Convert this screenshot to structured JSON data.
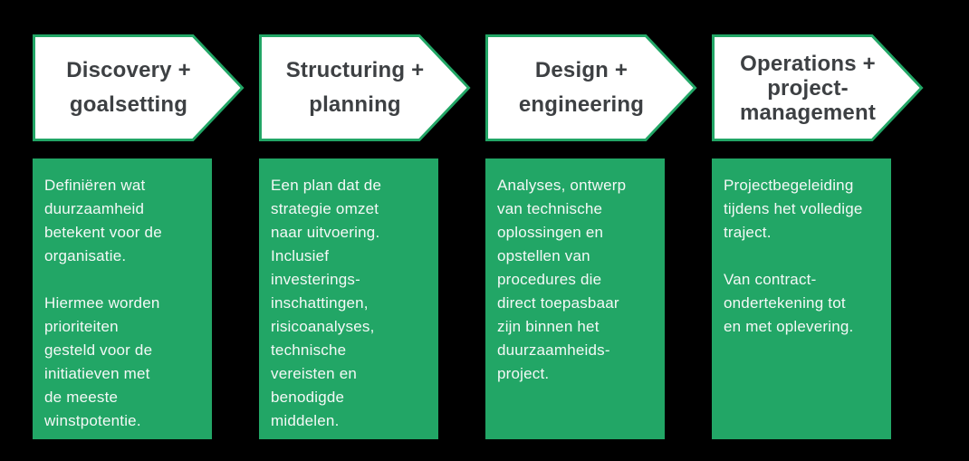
{
  "colors": {
    "green": "#22a666",
    "arrow_fill": "#ffffff",
    "title_text": "#3d4043",
    "body_text": "#f4f8f6",
    "bg": "#000000"
  },
  "stages": [
    {
      "title_lines": [
        "Discovery +",
        "goalsetting"
      ],
      "paragraph1_lines": [
        "Definiëren wat",
        "duurzaamheid",
        "betekent voor de",
        "organisatie."
      ],
      "paragraph2_lines": [
        "Hiermee worden",
        "prioriteiten",
        "gesteld voor de",
        "initiatieven met",
        "de meeste",
        "winstpotentie."
      ]
    },
    {
      "title_lines": [
        "Structuring +",
        "planning"
      ],
      "paragraph1_lines": [
        "Een plan dat de",
        "strategie omzet",
        "naar uitvoering.",
        "Inclusief",
        "investerings-",
        "inschattingen,",
        "risicoanalyses,",
        "technische",
        "vereisten en",
        "benodigde",
        "middelen."
      ],
      "paragraph2_lines": null
    },
    {
      "title_lines": [
        "Design +",
        "engineering"
      ],
      "paragraph1_lines": [
        "Analyses, ontwerp",
        "van technische",
        "oplossingen en",
        "opstellen van",
        "procedures die",
        "direct toepasbaar",
        "zijn binnen het",
        "duurzaamheids-",
        "project."
      ],
      "paragraph2_lines": null
    },
    {
      "title_lines": [
        "Operations +",
        "project-",
        "management"
      ],
      "paragraph1_lines": [
        "Projectbegeleiding",
        "tijdens het volledige",
        "traject."
      ],
      "paragraph2_lines": [
        "Van contract-",
        "ondertekening tot",
        "en met oplevering."
      ]
    }
  ]
}
